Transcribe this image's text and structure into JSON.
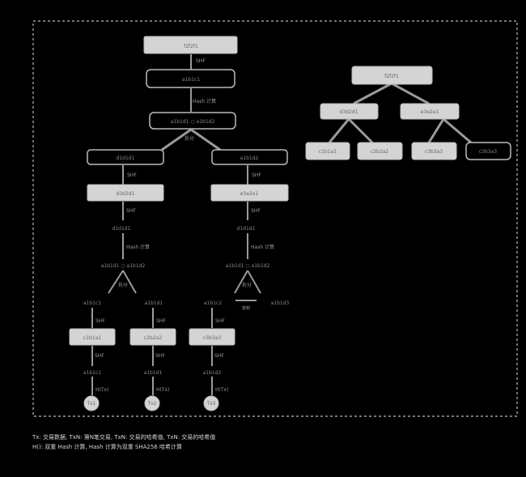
{
  "left_tree": {
    "root": {
      "label": "f2f2f1",
      "up_label": "SHF"
    },
    "top_pair": {
      "label": "a1b1c1",
      "hash_label": "Hash 计算"
    },
    "concat": {
      "label": "a1b1d1 ○ a1b1d2",
      "split_label": "拆分"
    },
    "mid_left": {
      "label": "d1d1d1",
      "hash_label": "SHF",
      "node": "d3d2d1",
      "up_label": "SHF",
      "leaf": "d1d1d1",
      "hash2": "Hash 计算",
      "concat": "a1b1d1 ○ a1b1d2",
      "split": "拆分"
    },
    "mid_right": {
      "label": "a1b1d2",
      "hash_label": "SHF",
      "node": "e3e2e1",
      "up_label": "SHF",
      "leaf": "d1d1d1",
      "hash2": "Hash 计算",
      "concat": "a1b1d1 ○ a1b1d2",
      "split": "拆分"
    },
    "branches": [
      {
        "top": "a1b1c1",
        "top_label": "SHF",
        "box": "c1b1a1",
        "mid_label": "SHF",
        "value": "a1b1c1",
        "hash_label": "H(Tx)",
        "tx": "Tx1"
      },
      {
        "top": "a1b1d1",
        "top_label": "SHF",
        "box": "c2b2a2",
        "mid_label": "SHF",
        "value": "a1b1d1",
        "hash_label": "H(Tx)",
        "tx": "Tx2"
      },
      {
        "top": "a1b1c2",
        "top_label": "SHF",
        "box": "c3b3a3",
        "mid_label": "SHF",
        "value": "a1b1d2",
        "hash_label": "H(Tx)",
        "tx": "Tx3"
      }
    ],
    "extra_right": "a1b1d3",
    "dup_label": "复制"
  },
  "right_tree": {
    "root": "f2f2f1",
    "mid": [
      "d3d2d1",
      "e3e2e1"
    ],
    "leaves": [
      "c1b1a1",
      "c2b2a2",
      "c3b3a3",
      "c3b3a3"
    ]
  },
  "footer": {
    "line1": "Tx: 交易数据, TxN: 第N笔交易,    TxN: 交易的哈希值, TxN: 交易的哈希值",
    "line2": "H(): 双重 Hash 计算, Hash 计算为双重 SHA256 哈希计算"
  }
}
